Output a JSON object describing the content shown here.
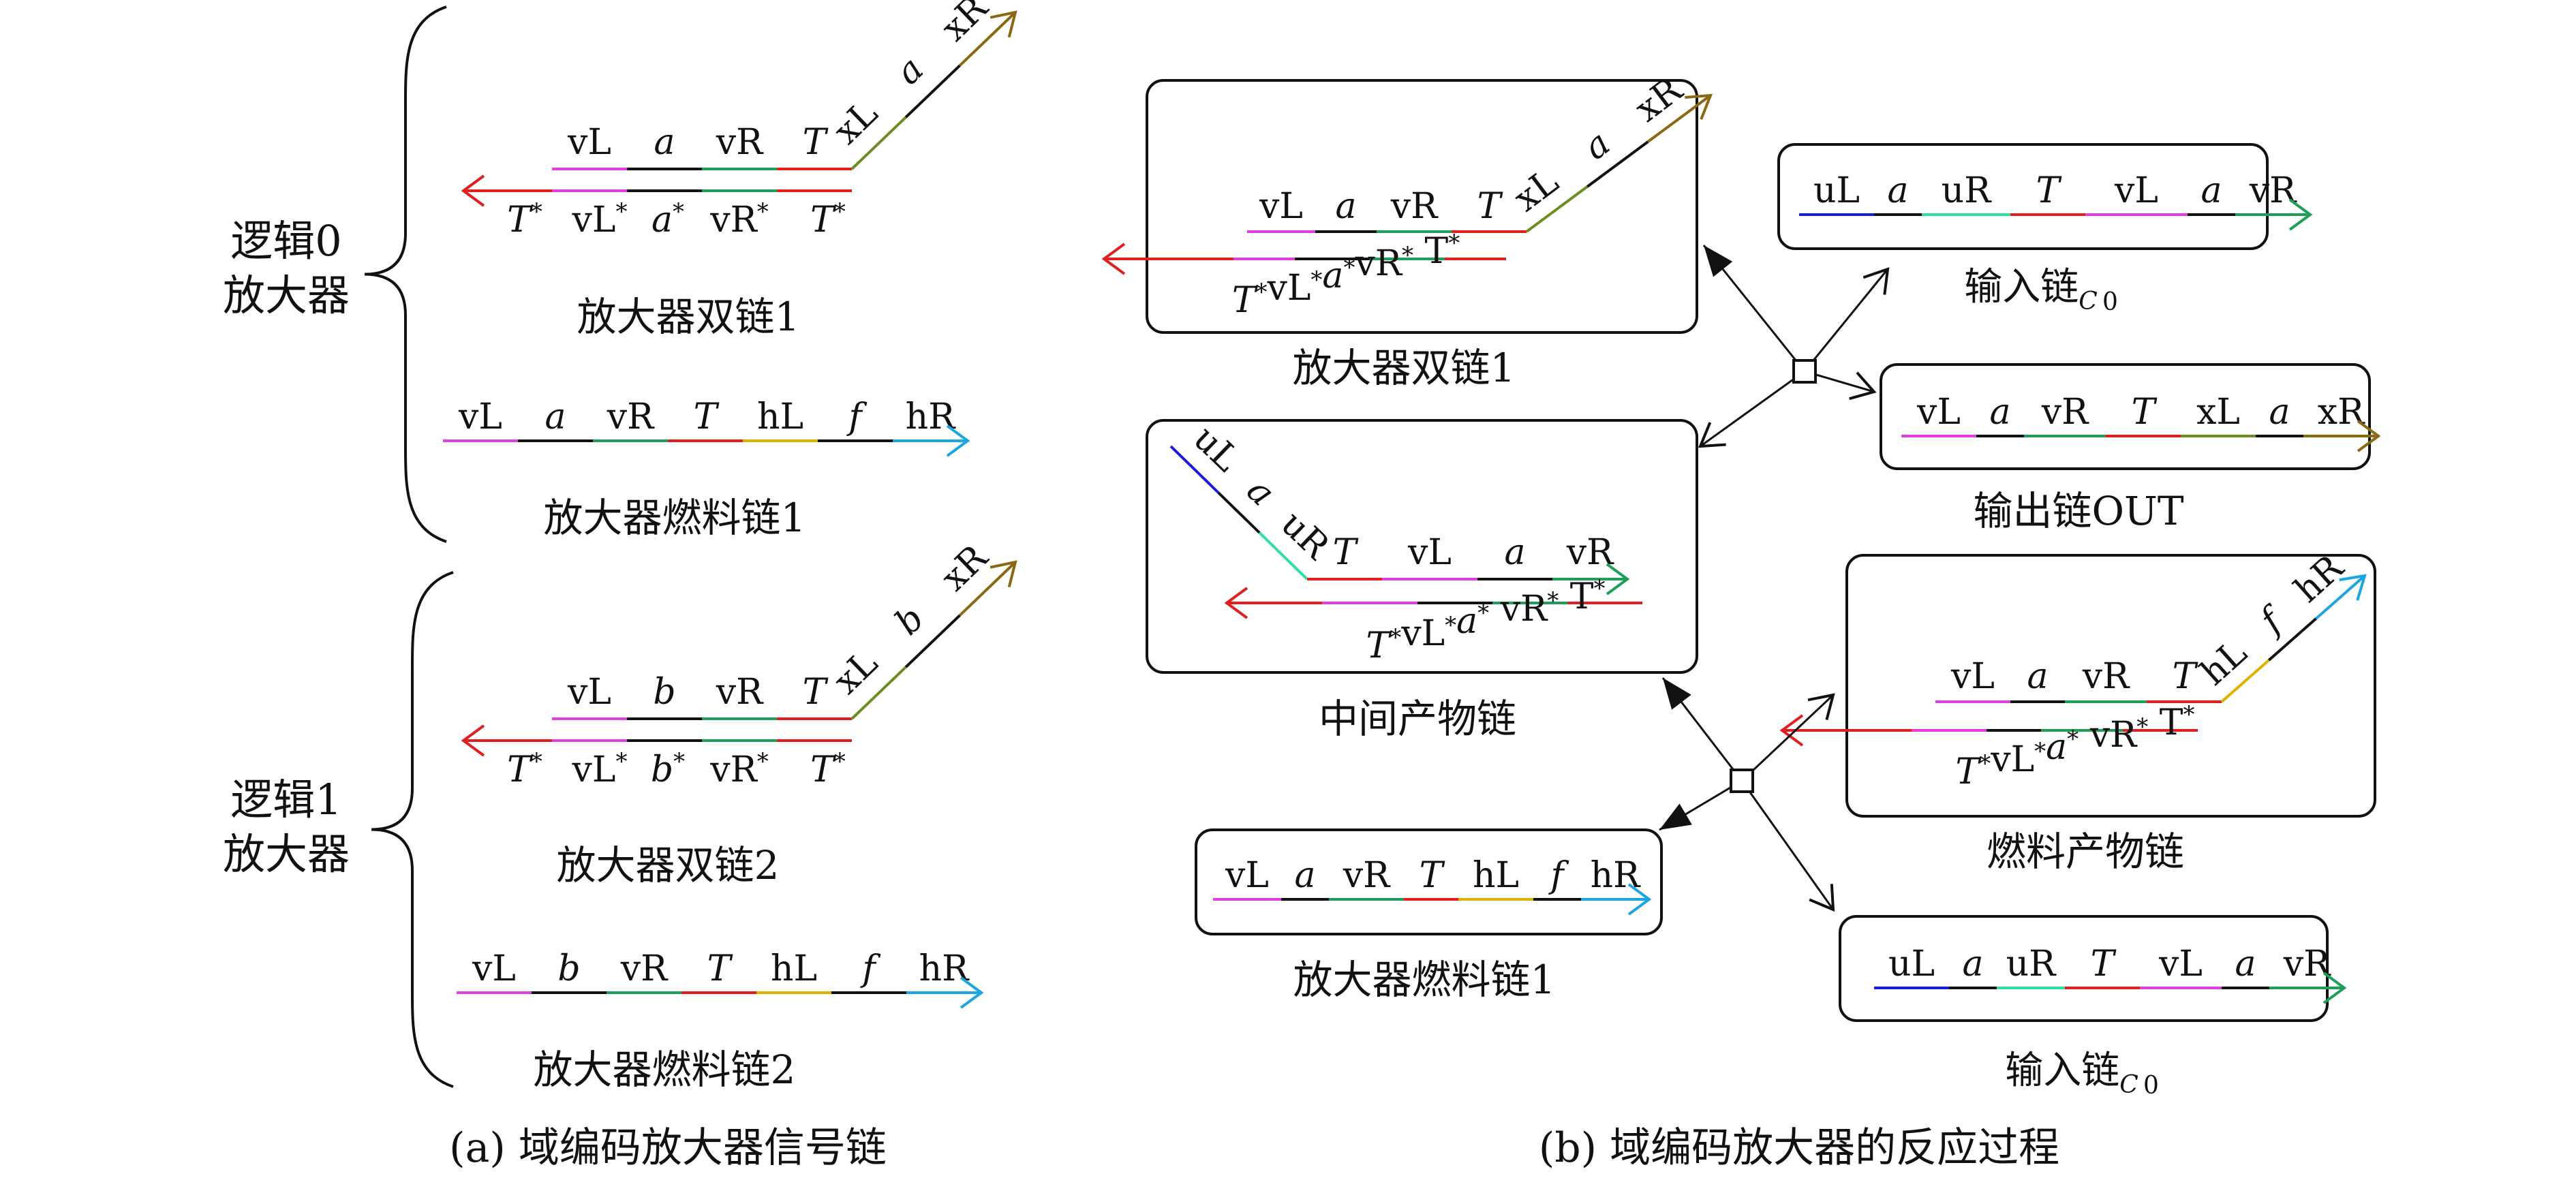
{
  "colors": {
    "vL": "#e040e0",
    "a": "#111111",
    "b": "#111111",
    "vR": "#1f9e5a",
    "T": "#e02020",
    "xL": "#6b8e23",
    "xR": "#8b6914",
    "hL": "#e0b000",
    "f": "#111111",
    "hR": "#1ca6e0",
    "uL": "#1a1adc",
    "uR": "#2ee0a0",
    "box": "#111111",
    "text": "#111111"
  },
  "panel_a": {
    "caption": "(a) 域编码放大器信号链",
    "group0": {
      "brace_label_line1": "逻辑0",
      "brace_label_line2": "放大器",
      "duplex": {
        "top_labels": [
          "vL",
          "a",
          "vR",
          "T",
          "xL",
          "a",
          "xR"
        ],
        "bottom_labels": [
          "T*",
          "vL*",
          "a*",
          "vR*",
          "T*"
        ],
        "caption": "放大器双链1"
      },
      "fuel": {
        "labels": [
          "vL",
          "a",
          "vR",
          "T",
          "hL",
          "f",
          "hR"
        ],
        "caption": "放大器燃料链1"
      }
    },
    "group1": {
      "brace_label_line1": "逻辑1",
      "brace_label_line2": "放大器",
      "duplex": {
        "top_labels": [
          "vL",
          "b",
          "vR",
          "T",
          "xL",
          "b",
          "xR"
        ],
        "bottom_labels": [
          "T*",
          "vL*",
          "b*",
          "vR*",
          "T*"
        ],
        "caption": "放大器双链2"
      },
      "fuel": {
        "labels": [
          "vL",
          "b",
          "vR",
          "T",
          "hL",
          "f",
          "hR"
        ],
        "caption": "放大器燃料链2"
      }
    }
  },
  "panel_b": {
    "caption": "(b) 域编码放大器的反应过程",
    "duplex1": {
      "top_labels": [
        "vL",
        "a",
        "vR",
        "T",
        "xL",
        "a",
        "xR"
      ],
      "bottom_text": "T*vL*a*vR* T*",
      "caption": "放大器双链1"
    },
    "input_top": {
      "labels": [
        "uL",
        "a",
        "uR",
        "T",
        "vL",
        "a",
        "vR"
      ],
      "caption": "输入链C0"
    },
    "output": {
      "labels": [
        "vL",
        "a",
        "vR",
        "T",
        "xL",
        "a",
        "xR"
      ],
      "caption": "输出链OUT"
    },
    "intermediate": {
      "labels": [
        "uL",
        "a",
        "uR",
        "T",
        "vL",
        "a",
        "vR"
      ],
      "bottom_text": "T*vL*a* vR* T*",
      "caption": "中间产物链"
    },
    "fuel_product": {
      "top_labels": [
        "vL",
        "a",
        "vR",
        "T",
        "hL",
        "f",
        "hR"
      ],
      "bottom_text": "T*vL*a* vR* T*",
      "caption": "燃料产物链"
    },
    "fuel1": {
      "labels": [
        "vL",
        "a",
        "vR",
        "T",
        "hL",
        "f",
        "hR"
      ],
      "caption": "放大器燃料链1"
    },
    "input_bottom": {
      "labels": [
        "uL",
        "a",
        "uR",
        "T",
        "vL",
        "a",
        "vR"
      ],
      "caption": "输入链C0"
    }
  }
}
